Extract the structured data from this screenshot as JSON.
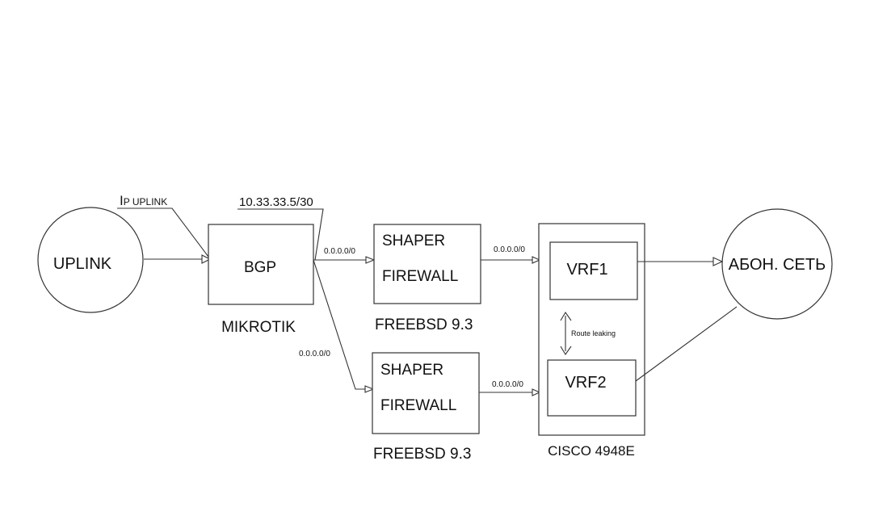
{
  "nodes": {
    "uplink": "UPLINK",
    "bgp": "BGP",
    "mikrotik": "MIKROTIK",
    "shaper_top": "SHAPER",
    "firewall_top": "FIREWALL",
    "freebsd_top": "FREEBSD 9.3",
    "shaper_bottom": "SHAPER",
    "firewall_bottom": "FIREWALL",
    "freebsd_bottom": "FREEBSD 9.3",
    "vrf1": "VRF1",
    "vrf2": "VRF2",
    "cisco": "CISCO 4948E",
    "abon": "АБОН. СЕТЬ"
  },
  "labels": {
    "ip_uplink_big": "I",
    "ip_uplink_rest": "P UPLINK",
    "bgp_ip": "10.33.33.5/30",
    "route_top_mikrotik": "0.0.0.0/0",
    "route_bottom_mikrotik": "0.0.0.0/0",
    "route_top_cisco": "0.0.0.0/0",
    "route_bottom_cisco": "0.0.0.0/0",
    "route_leaking": "Route leaking"
  }
}
